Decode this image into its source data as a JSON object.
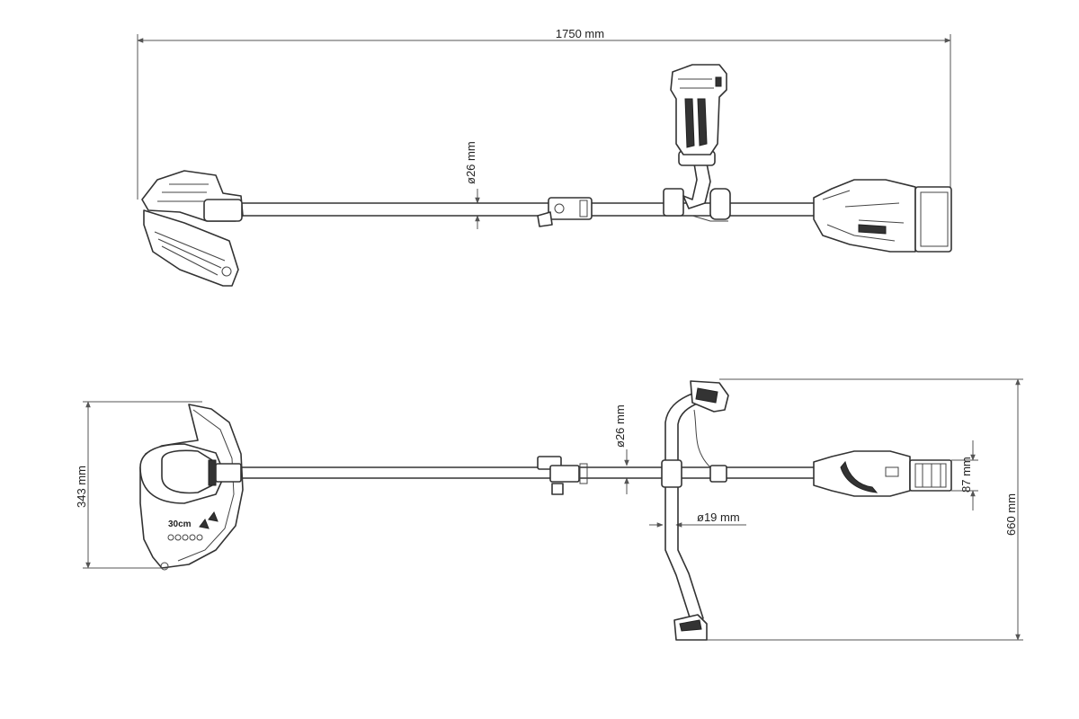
{
  "dimensions": {
    "total_length": "1750 mm",
    "shaft_diameter_side": "ø26 mm",
    "shaft_diameter_top": "ø26 mm",
    "handle_bar_diameter": "ø19 mm",
    "guard_width": "343 mm",
    "battery_height": "87 mm",
    "handle_width": "660 mm"
  },
  "guard_marking": "30cm"
}
